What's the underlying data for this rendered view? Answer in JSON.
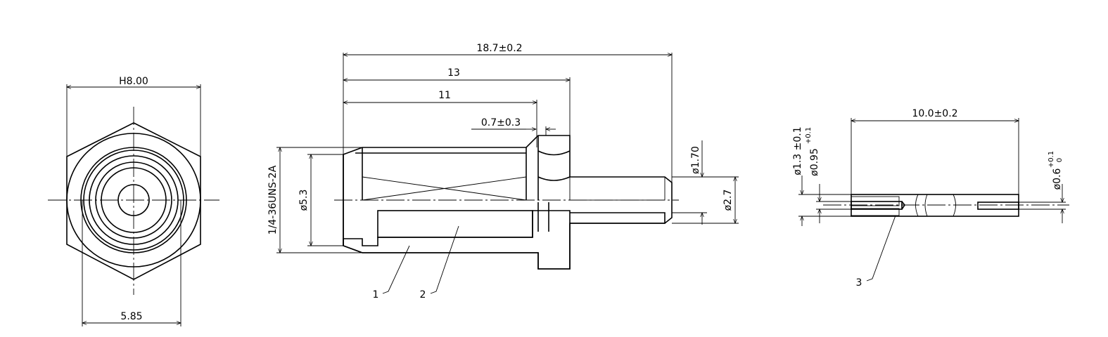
{
  "front_view": {
    "hex_width": "H8.00",
    "face_dia": "5.85"
  },
  "section_view": {
    "overall_length": "18.7±0.2",
    "hex_end": "13",
    "thread_end": "11",
    "gap": "0.7±0.3",
    "thread_spec": "1/4-36UNS-2A",
    "bore_dia": "ø5.3",
    "tail_inner_dia": "ø1.70",
    "tail_outer_dia": "ø2.7",
    "callout_1": "1",
    "callout_2": "2"
  },
  "pin_view": {
    "length": "10.0±0.2",
    "outer_dia": "ø1.3 ±0.1",
    "socket_dia": "ø0.95",
    "socket_tol": "+0.1",
    "tip_dia": "ø0.6",
    "tip_tol_upper": "+0.1",
    "tip_tol_lower": "0",
    "callout_3": "3"
  }
}
